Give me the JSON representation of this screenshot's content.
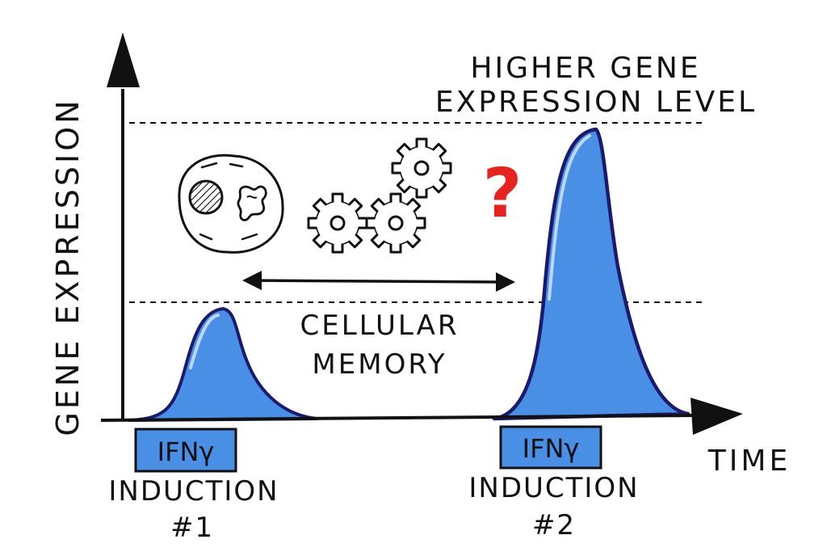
{
  "axes": {
    "y_label": "GENE EXPRESSION",
    "x_label": "TIME"
  },
  "top_label": {
    "line1": "HIGHER GENE",
    "line2": "EXPRESSION LEVEL"
  },
  "memory_label": {
    "line1": "CELLULAR",
    "line2": "MEMORY"
  },
  "question_mark": "?",
  "induction_1": {
    "box_label": "IFNγ",
    "label_line1": "INDUCTION",
    "label_line2": "#1"
  },
  "induction_2": {
    "box_label": "IFNγ",
    "label_line1": "INDUCTION",
    "label_line2": "#2"
  },
  "colors": {
    "peak_fill": "#4a8fe6",
    "peak_stroke": "#1a1a6e",
    "box_fill": "#4a8fe6",
    "question": "#e8231f",
    "ink": "#111111"
  },
  "icons": [
    "cell-icon",
    "gears-icon",
    "double-arrow-icon",
    "question-mark-icon"
  ]
}
